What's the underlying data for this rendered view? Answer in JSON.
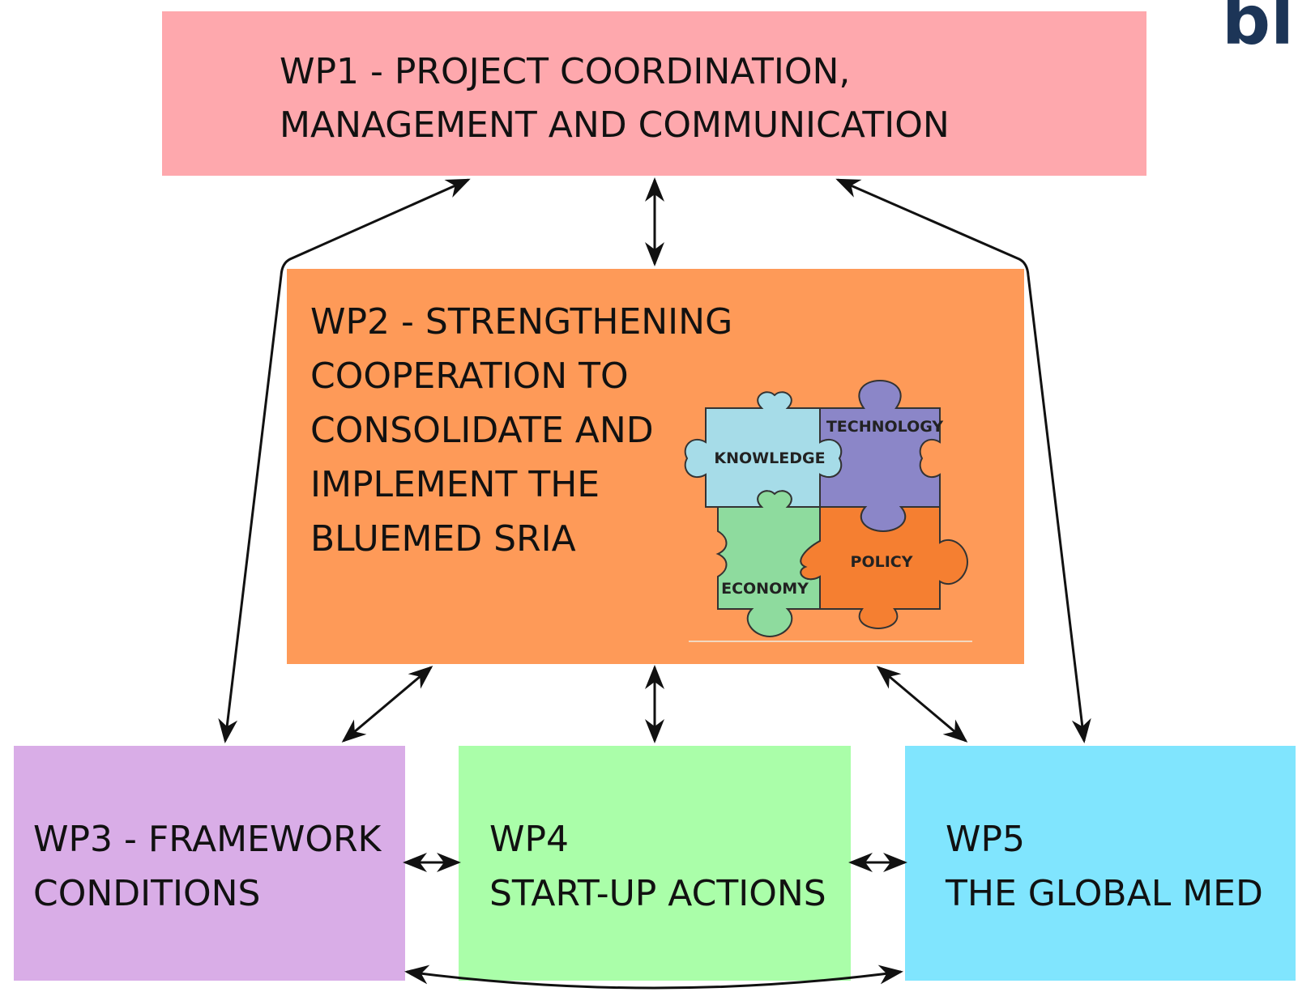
{
  "logo": {
    "text": "blu",
    "color": "#1c3557"
  },
  "wp1": {
    "lines": [
      "WP1 - PROJECT COORDINATION,",
      "MANAGEMENT AND COMMUNICATION"
    ],
    "color": "#fea8ad"
  },
  "wp2": {
    "lines": [
      "WP2 - STRENGTHENING",
      "COOPERATION TO",
      "CONSOLIDATE AND",
      "IMPLEMENT THE",
      "BLUEMED SRIA"
    ],
    "color": "#fe9a58"
  },
  "wp3": {
    "lines": [
      "WP3 - FRAMEWORK",
      "CONDITIONS"
    ],
    "color": "#d9ade7"
  },
  "wp4": {
    "lines": [
      "WP4",
      "START-UP ACTIONS"
    ],
    "color": "#aafea9"
  },
  "wp5": {
    "lines": [
      "WP5",
      "THE GLOBAL MED"
    ],
    "color": "#80e5fe"
  },
  "puzzle": {
    "pieces": [
      {
        "label": "KNOWLEDGE",
        "color": "#a6dce8"
      },
      {
        "label": "TECHNOLOGY",
        "color": "#8b86c8"
      },
      {
        "label": "ECONOMY",
        "color": "#8edb9e"
      },
      {
        "label": "POLICY",
        "color": "#f57f31"
      }
    ]
  }
}
